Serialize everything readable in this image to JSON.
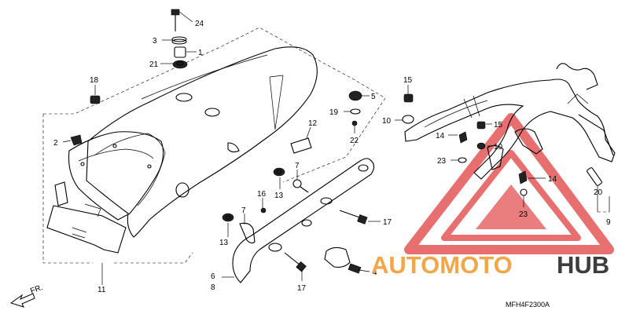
{
  "callouts": [
    {
      "id": "c24a",
      "text": "24"
    },
    {
      "id": "c3",
      "text": "3"
    },
    {
      "id": "c1",
      "text": "1"
    },
    {
      "id": "c21",
      "text": "21"
    },
    {
      "id": "c18",
      "text": "18"
    },
    {
      "id": "c2",
      "text": "2"
    },
    {
      "id": "c11",
      "text": "11"
    },
    {
      "id": "c12",
      "text": "12"
    },
    {
      "id": "c5",
      "text": "5"
    },
    {
      "id": "c19",
      "text": "19"
    },
    {
      "id": "c22",
      "text": "22"
    },
    {
      "id": "c7a",
      "text": "7"
    },
    {
      "id": "c13a",
      "text": "13"
    },
    {
      "id": "c16",
      "text": "16"
    },
    {
      "id": "c7b",
      "text": "7"
    },
    {
      "id": "c13b",
      "text": "13"
    },
    {
      "id": "c17a",
      "text": "17"
    },
    {
      "id": "c6",
      "text": "6"
    },
    {
      "id": "c8",
      "text": "8"
    },
    {
      "id": "c17b",
      "text": "17"
    },
    {
      "id": "c4",
      "text": "4"
    },
    {
      "id": "c15a",
      "text": "15"
    },
    {
      "id": "c10a",
      "text": "10"
    },
    {
      "id": "c14a",
      "text": "14"
    },
    {
      "id": "c15b",
      "text": "15"
    },
    {
      "id": "c10b",
      "text": "10"
    },
    {
      "id": "c23a",
      "text": "23"
    },
    {
      "id": "c14b",
      "text": "14"
    },
    {
      "id": "c23b",
      "text": "23"
    },
    {
      "id": "c20",
      "text": "20"
    },
    {
      "id": "c9",
      "text": "9"
    }
  ],
  "direction_label": "FR.",
  "diagram_code": "MFH4F2300A",
  "watermark": {
    "part1": "AUTOMOTO",
    "part2": "HUB",
    "colors": {
      "accent": "#f2a64a",
      "dark": "#3d3d3d",
      "triangle": "#e04040"
    }
  }
}
